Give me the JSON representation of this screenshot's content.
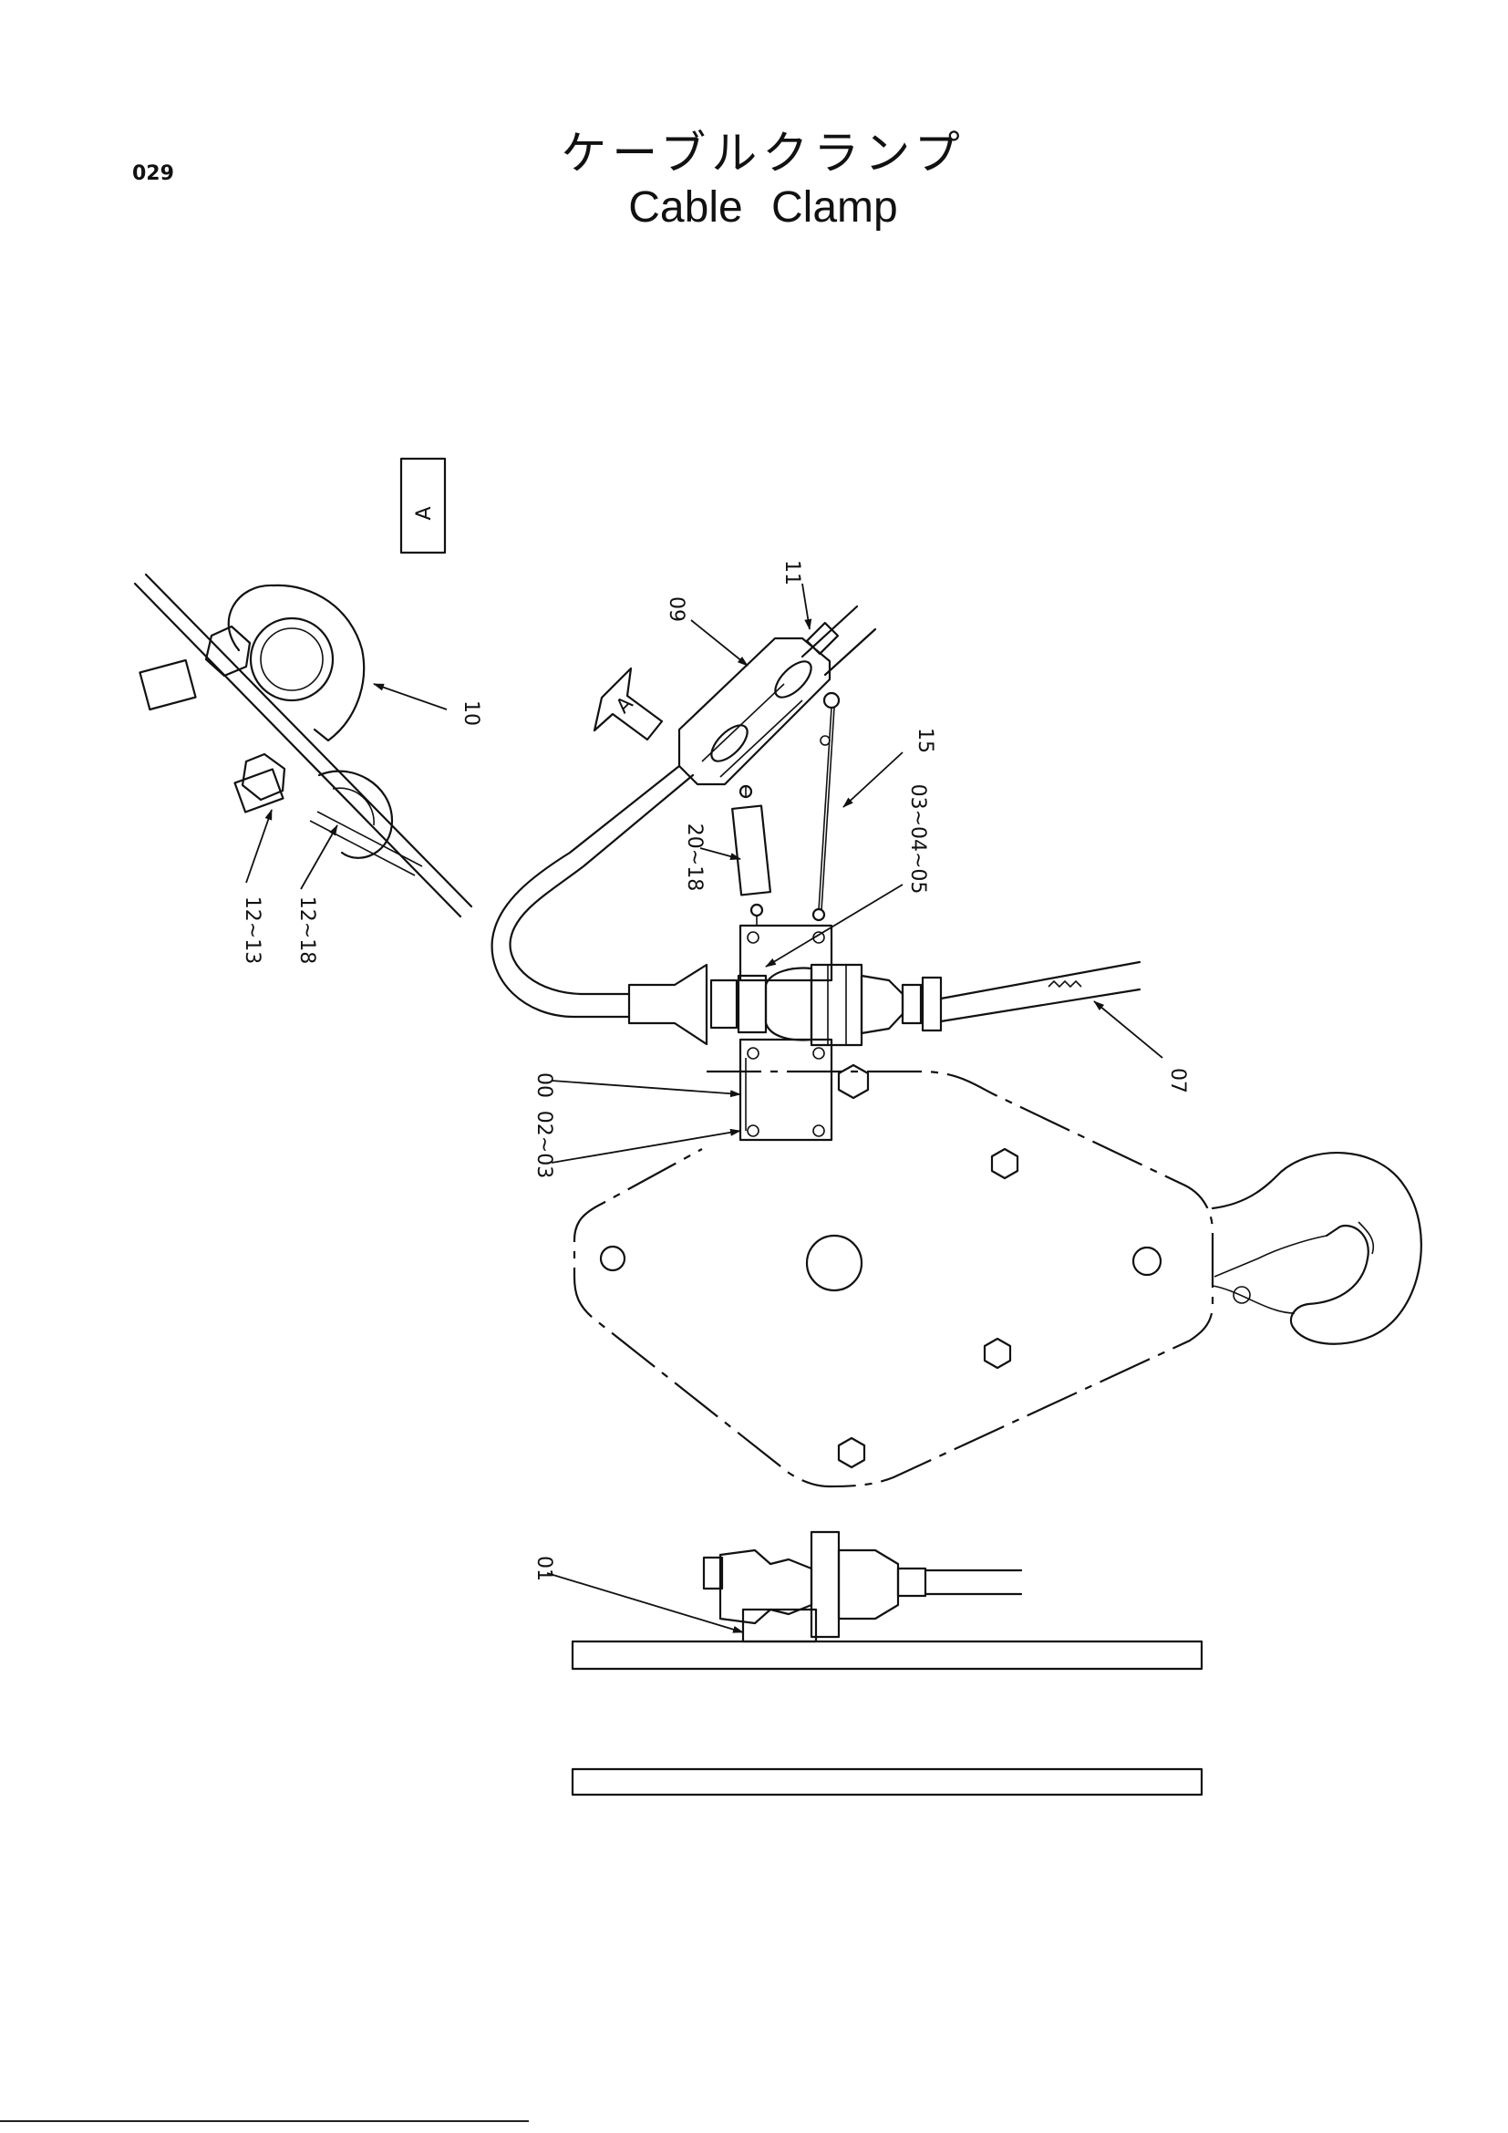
{
  "page_number": "029",
  "title_jp": "ケーブルクランプ",
  "title_en": "Cable  Clamp",
  "view_marker": "A",
  "labels": {
    "p00": "00",
    "p01": "01",
    "p02_03": "02~03",
    "p03_04_05": "03~04~05",
    "p07": "07",
    "p09": "09",
    "p10": "10",
    "p11": "11",
    "p12_13": "12~13",
    "p12_18": "12~18",
    "p15": "15",
    "p20_18": "20~18"
  }
}
